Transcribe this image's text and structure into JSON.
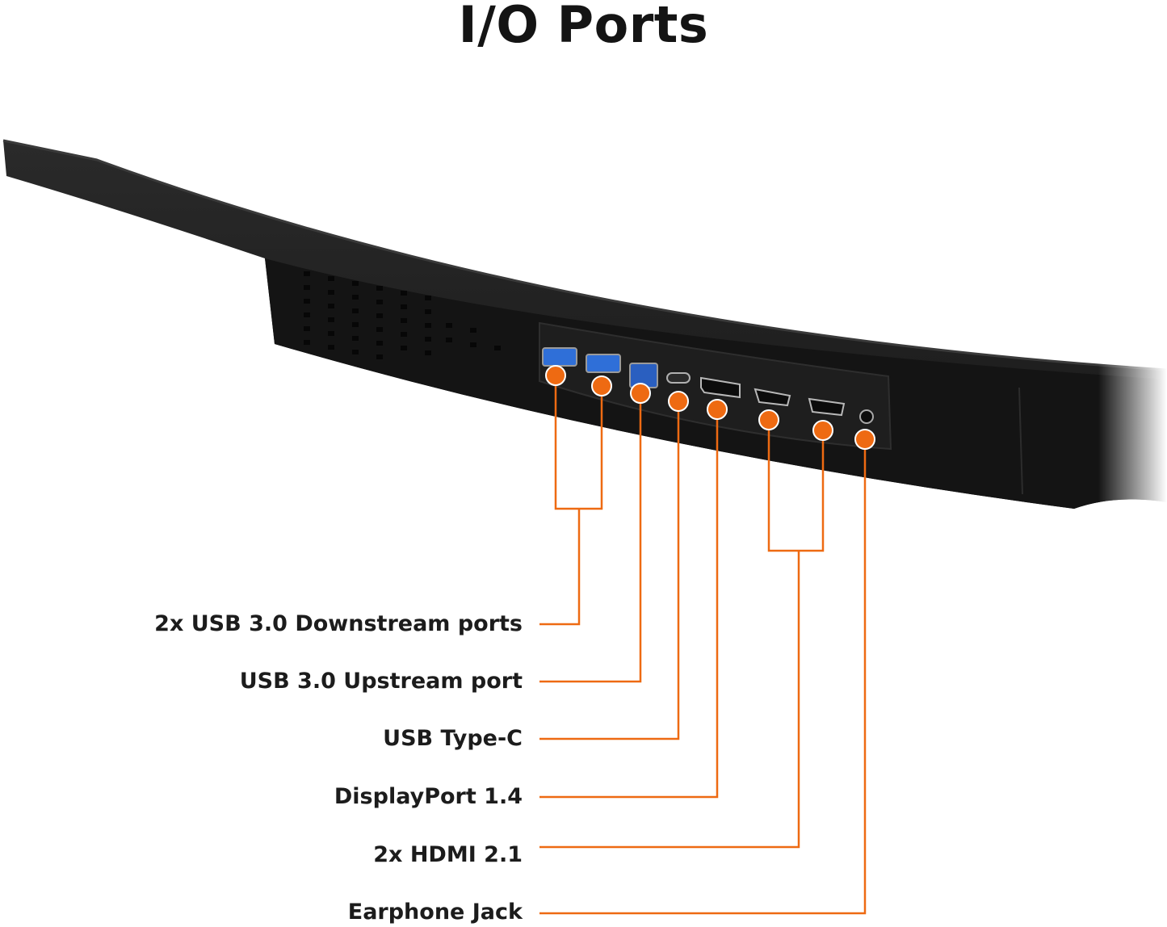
{
  "title": "I/O Ports",
  "colors": {
    "accent": "#ee6a12",
    "bezel": "#202020",
    "panel": "#161616",
    "text": "#1c1c1c"
  },
  "ports": [
    {
      "type": "usb-a-downstream",
      "port_color": "#2f6fd8"
    },
    {
      "type": "usb-a-downstream",
      "port_color": "#2f6fd8"
    },
    {
      "type": "usb-b-upstream",
      "port_color": "#2a5fc0"
    },
    {
      "type": "usb-type-c"
    },
    {
      "type": "displayport"
    },
    {
      "type": "hdmi"
    },
    {
      "type": "hdmi"
    },
    {
      "type": "earphone-jack"
    }
  ],
  "labels": [
    {
      "text": "2x USB 3.0 Downstream ports"
    },
    {
      "text": "USB 3.0 Upstream port"
    },
    {
      "text": "USB Type-C"
    },
    {
      "text": "DisplayPort 1.4"
    },
    {
      "text": "2x HDMI 2.1"
    },
    {
      "text": "Earphone Jack"
    }
  ]
}
